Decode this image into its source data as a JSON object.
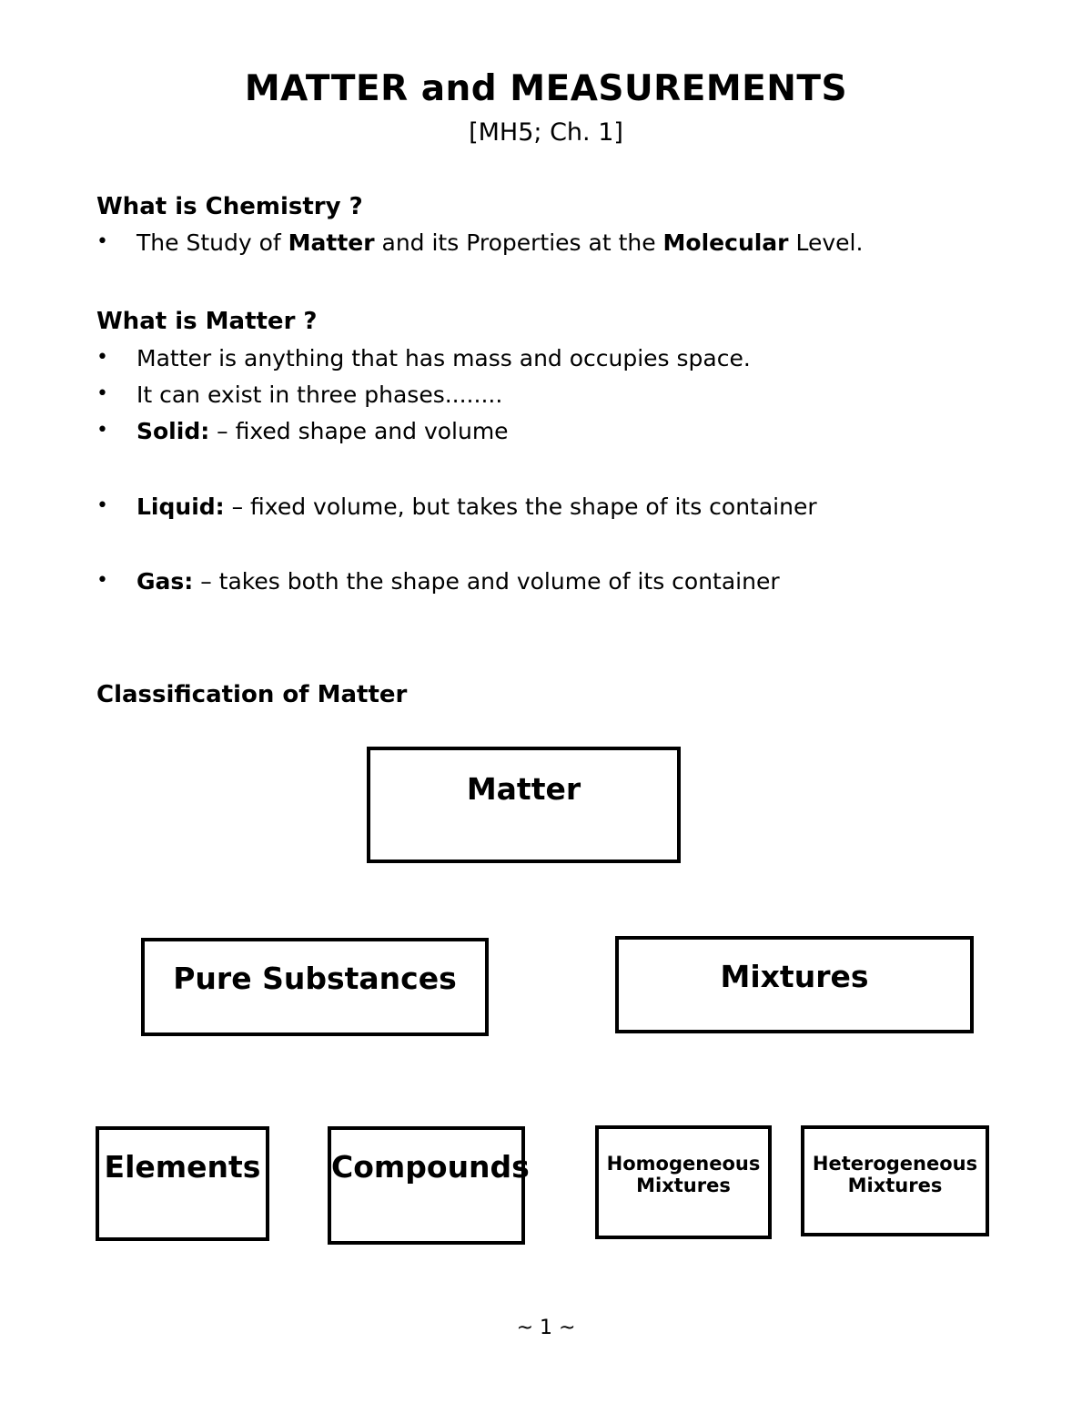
{
  "document": {
    "title": "MATTER and MEASUREMENTS",
    "subtitle": "[MH5; Ch. 1]",
    "footer": "~ 1 ~"
  },
  "sections": [
    {
      "heading": "What is Chemistry ?",
      "bullets": [
        {
          "marker": "•",
          "parts": [
            {
              "text": "The Study of ",
              "bold": false
            },
            {
              "text": "Matter",
              "bold": true
            },
            {
              "text": " and its Properties at the ",
              "bold": false
            },
            {
              "text": "Molecular",
              "bold": true
            },
            {
              "text": " Level.",
              "bold": false
            }
          ]
        }
      ]
    },
    {
      "heading": "What is Matter ?",
      "bullets": [
        {
          "marker": "•",
          "parts": [
            {
              "text": "Matter is anything that has mass and occupies space.",
              "bold": false
            }
          ]
        },
        {
          "marker": "•",
          "parts": [
            {
              "text": "It can exist in three phases........",
              "bold": false
            }
          ]
        },
        {
          "marker": "•",
          "parts": [
            {
              "text": "Solid:",
              "bold": true
            },
            {
              "text": "  – fixed shape and volume",
              "bold": false
            }
          ]
        },
        {
          "marker": "•",
          "parts": [
            {
              "text": "Liquid:",
              "bold": true
            },
            {
              "text": " – fixed volume, but takes the shape of its container",
              "bold": false
            }
          ]
        },
        {
          "marker": "•",
          "parts": [
            {
              "text": "Gas:",
              "bold": true
            },
            {
              "text": " – takes both the shape and volume of its container",
              "bold": false
            }
          ]
        }
      ]
    }
  ],
  "diagram": {
    "heading": "Classification of Matter",
    "boxes": {
      "matter": "Matter",
      "pure_substances": "Pure Substances",
      "mixtures": "Mixtures",
      "elements": "Elements",
      "compounds": "Compounds",
      "homogeneous_mixtures_line1": "Homogeneous",
      "homogeneous_mixtures_line2": "Mixtures",
      "heterogeneous_mixtures_line1": "Heterogeneous",
      "heterogeneous_mixtures_line2": "Mixtures"
    }
  },
  "layout": {
    "heading_tops": [
      212,
      338,
      748
    ],
    "bullet_tops": [
      253,
      380,
      420,
      460,
      543,
      625
    ]
  }
}
